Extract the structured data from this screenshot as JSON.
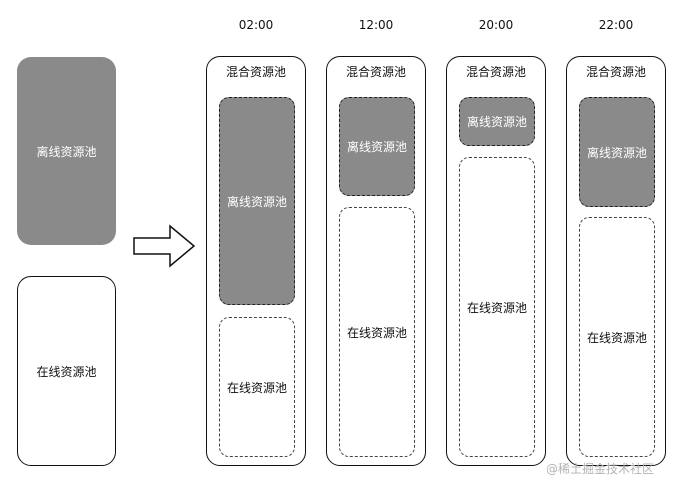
{
  "left": {
    "offline_label": "离线资源池",
    "online_label": "在线资源池"
  },
  "columns": [
    {
      "time": "02:00",
      "mixed_label": "混合资源池",
      "offline_label": "离线资源池",
      "online_label": "在线资源池"
    },
    {
      "time": "12:00",
      "mixed_label": "混合资源池",
      "offline_label": "离线资源池",
      "online_label": "在线资源池"
    },
    {
      "time": "20:00",
      "mixed_label": "混合资源池",
      "offline_label": "离线资源池",
      "online_label": "在线资源池"
    },
    {
      "time": "22:00",
      "mixed_label": "混合资源池",
      "offline_label": "离线资源池",
      "online_label": "在线资源池"
    }
  ],
  "colors": {
    "offline": "#8a8a8a",
    "border": "#111111"
  },
  "watermark": "@稀土掘金技术社区",
  "arrow_icon": "right-arrow-icon"
}
